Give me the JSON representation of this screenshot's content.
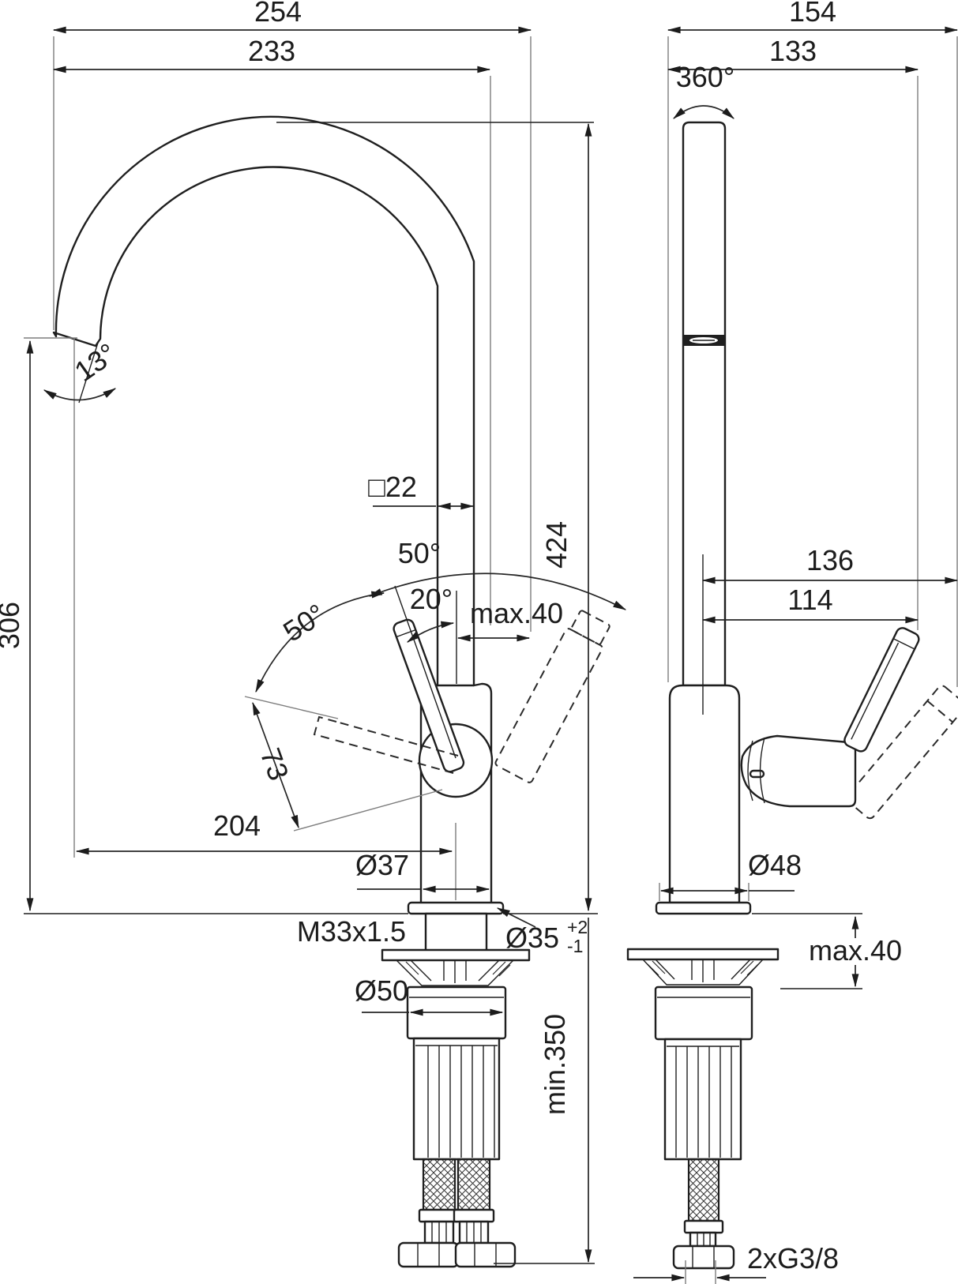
{
  "drawing": {
    "kind": "technical-dimension-drawing",
    "subject": "single-lever kitchen mixer tap with high swivel spout, front and side views with installation dimensions (mm)",
    "ink_color": "#1f1f1f",
    "background": "#ffffff"
  },
  "front": {
    "labels": {
      "reach_overall": "254",
      "reach": "233",
      "outlet_angle": "13°",
      "outlet_height": "306",
      "spout_section": "□22",
      "swing_upper": "50°",
      "lever_tilt": "20°",
      "swivel_offset": "max.40",
      "total_height": "424",
      "swing_lower": "50°",
      "lever_length": "73",
      "reach_to_axis": "204",
      "body_diameter": "Ø37",
      "thread": "M33x1.5",
      "hole_diameter": "Ø35",
      "hole_tol_plus": "+2",
      "hole_tol_minus": "-1",
      "fixing_nut_diameter": "Ø50",
      "hose_clearance": "min.350"
    }
  },
  "side": {
    "labels": {
      "depth_overall": "154",
      "depth_to_handle": "133",
      "spout_swivel": "360°",
      "lever_reach": "136",
      "handle_reach": "114",
      "flange_diameter": "Ø48",
      "deck_thickness": "max.40",
      "hose_connection": "2xG3/8"
    }
  }
}
